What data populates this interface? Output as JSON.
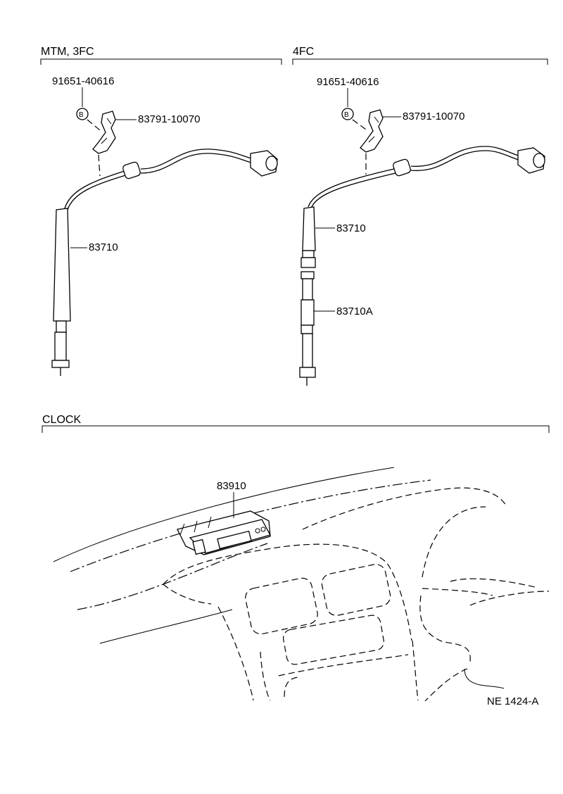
{
  "sections": {
    "left_title": "MTM, 3FC",
    "right_title": "4FC",
    "clock_title": "CLOCK"
  },
  "left_group": {
    "bolt_part": "91651-40616",
    "bolt_symbol": "B",
    "clamp_part": "83791-10070",
    "cable_part": "83710"
  },
  "right_group": {
    "bolt_part": "91651-40616",
    "bolt_symbol": "B",
    "clamp_part": "83791-10070",
    "cable_part": "83710",
    "cable_extension_part": "83710A"
  },
  "clock_group": {
    "clock_part": "83910"
  },
  "drawing_code": "NE 1424-A"
}
